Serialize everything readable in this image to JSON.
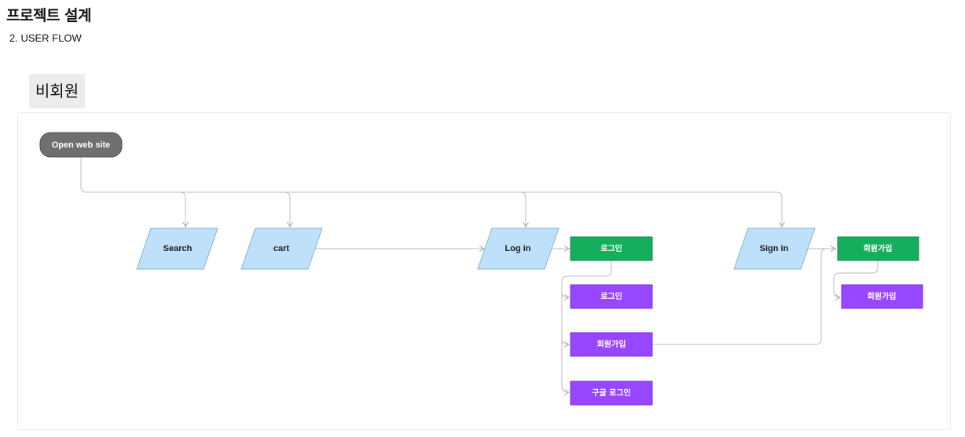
{
  "header": {
    "title": "프로젝트 설계",
    "subtitle": "2. USER FLOW"
  },
  "section": {
    "label": "비회원"
  },
  "flow": {
    "start": "Open web site",
    "search": "Search",
    "cart": "cart",
    "login": "Log in",
    "signin": "Sign in",
    "login_action": "로그인",
    "signup_action": "회원가입",
    "sub_login": "로그인",
    "sub_signup": "회원가입",
    "sub_google": "구글 로그인",
    "sub_signup_result": "회원가입"
  },
  "colors": {
    "start_fill": "#6f6f6f",
    "io_fill": "#bfe0fb",
    "io_stroke": "#7fb3dc",
    "action_fill": "#14ae5c",
    "sub_fill": "#9747ff",
    "connector": "#b8b8b8"
  }
}
